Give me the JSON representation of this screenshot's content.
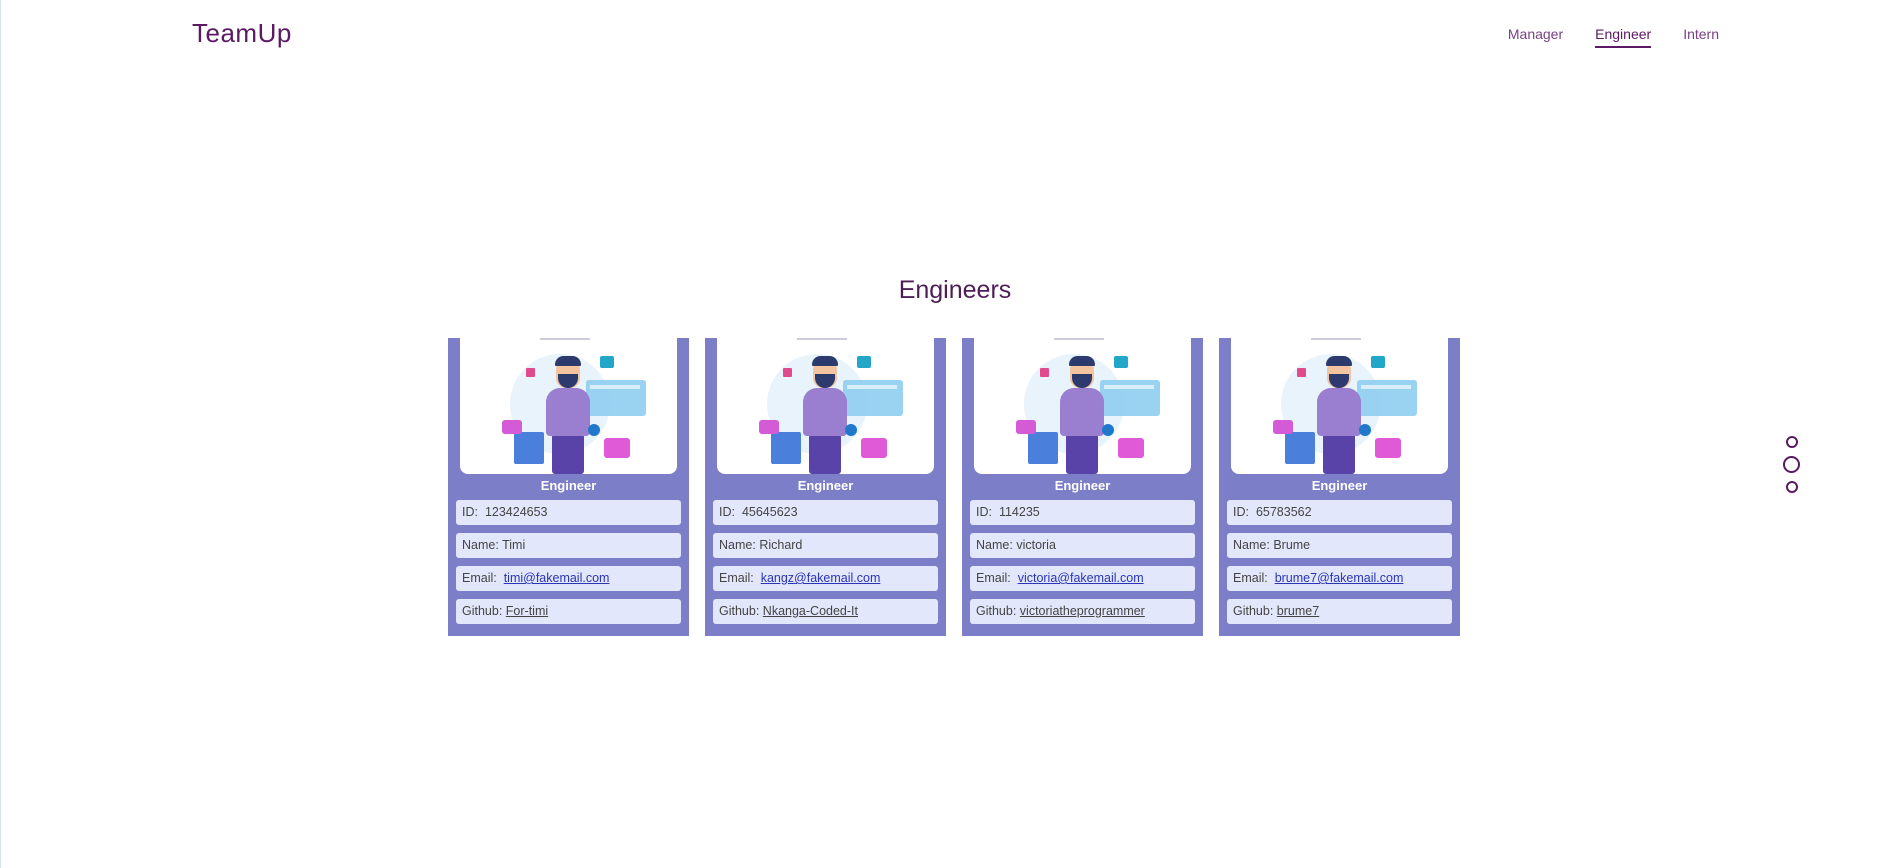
{
  "header": {
    "brand": "TeamUp",
    "nav": [
      {
        "label": "Manager",
        "active": false
      },
      {
        "label": "Engineer",
        "active": true
      },
      {
        "label": "Intern",
        "active": false
      }
    ]
  },
  "section": {
    "title": "Engineers"
  },
  "cards": [
    {
      "role": "Engineer",
      "id_label": "ID:",
      "id": "123424653",
      "name_label": "Name:",
      "name": "Timi",
      "email_label": "Email:",
      "email": "timi@fakemail.com",
      "github_label": "Github:",
      "github": "For-timi"
    },
    {
      "role": "Engineer",
      "id_label": "ID:",
      "id": "45645623",
      "name_label": "Name:",
      "name": "Richard",
      "email_label": "Email:",
      "email": "kangz@fakemail.com",
      "github_label": "Github:",
      "github": "Nkanga-Coded-It"
    },
    {
      "role": "Engineer",
      "id_label": "ID:",
      "id": "114235",
      "name_label": "Name:",
      "name": "victoria",
      "email_label": "Email:",
      "email": "victoria@fakemail.com",
      "github_label": "Github:",
      "github": "victoriatheprogrammer"
    },
    {
      "role": "Engineer",
      "id_label": "ID:",
      "id": "65783562",
      "name_label": "Name:",
      "name": "Brume",
      "email_label": "Email:",
      "email": "brume7@fakemail.com",
      "github_label": "Github:",
      "github": "brume7"
    }
  ],
  "pager": {
    "count": 3,
    "active_index": 1
  },
  "colors": {
    "brand": "#5b1a63",
    "card_bg": "#7c7fc8",
    "field_bg": "#e3e7fb",
    "link": "#2a35b8"
  },
  "icons": {
    "card_image": "engineer-illustration"
  }
}
